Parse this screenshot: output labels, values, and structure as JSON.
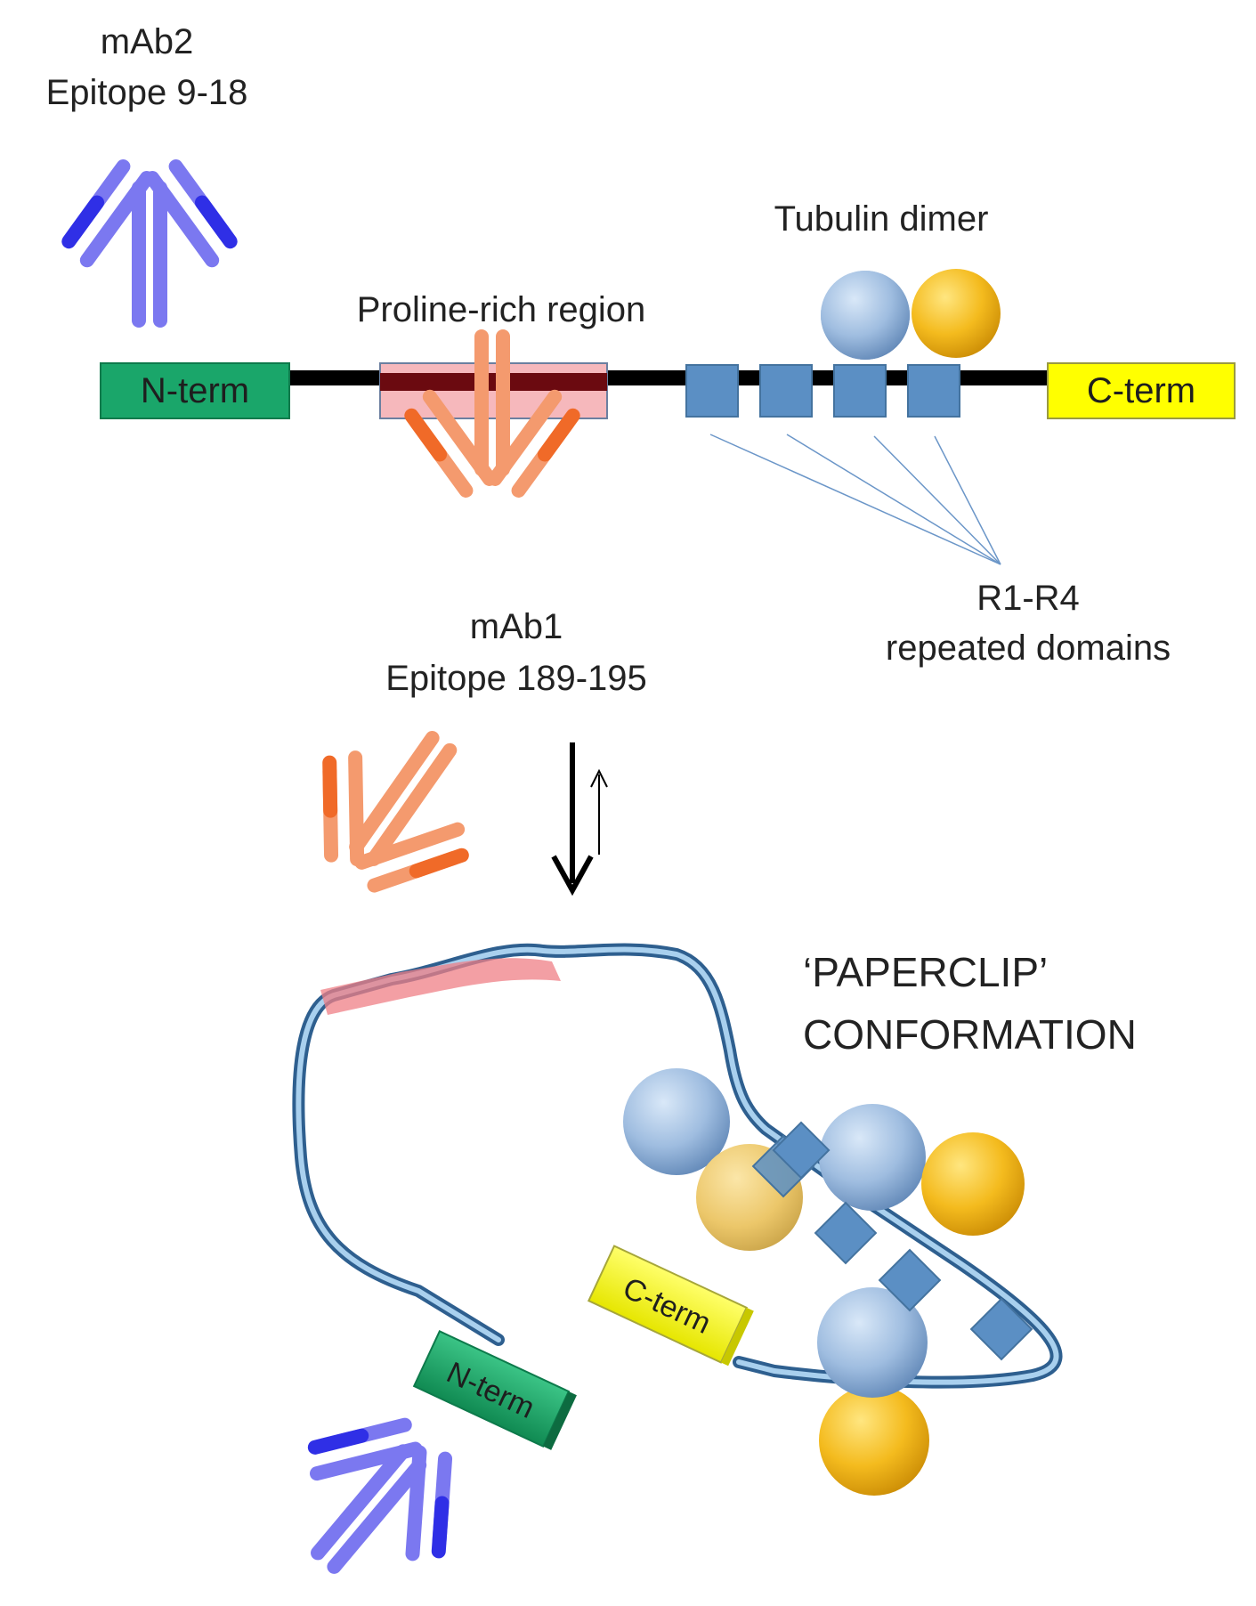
{
  "labels": {
    "mab2_name": "mAb2",
    "mab2_epitope": "Epitope 9-18",
    "proline_region": "Proline-rich region",
    "tubulin_dimer": "Tubulin dimer",
    "n_term": "N-term",
    "c_term": "C-term",
    "mab1_name": "mAb1",
    "mab1_epitope": "Epitope 189-195",
    "repeats_line1": "R1-R4",
    "repeats_line2": "repeated domains",
    "paperclip_line1": "‘PAPERCLIP’",
    "paperclip_line2": "CONFORMATION"
  },
  "colors": {
    "mab2": "#7b78f0",
    "mab2_tip": "#2f2fe6",
    "mab1": "#f49a6e",
    "mab1_tip": "#f06a28",
    "n_term": "#1aa66a",
    "c_term": "#ffff00",
    "proline_fill": "#f6b8bc",
    "proline_core": "#6b0a10",
    "repeat_domain": "#5b8fc4",
    "tubulin_blue": "#9fbde0",
    "tubulin_gold": "#f2b81c",
    "chain_outer": "#2e5f8f",
    "chain_inner": "#a9d0ee"
  }
}
